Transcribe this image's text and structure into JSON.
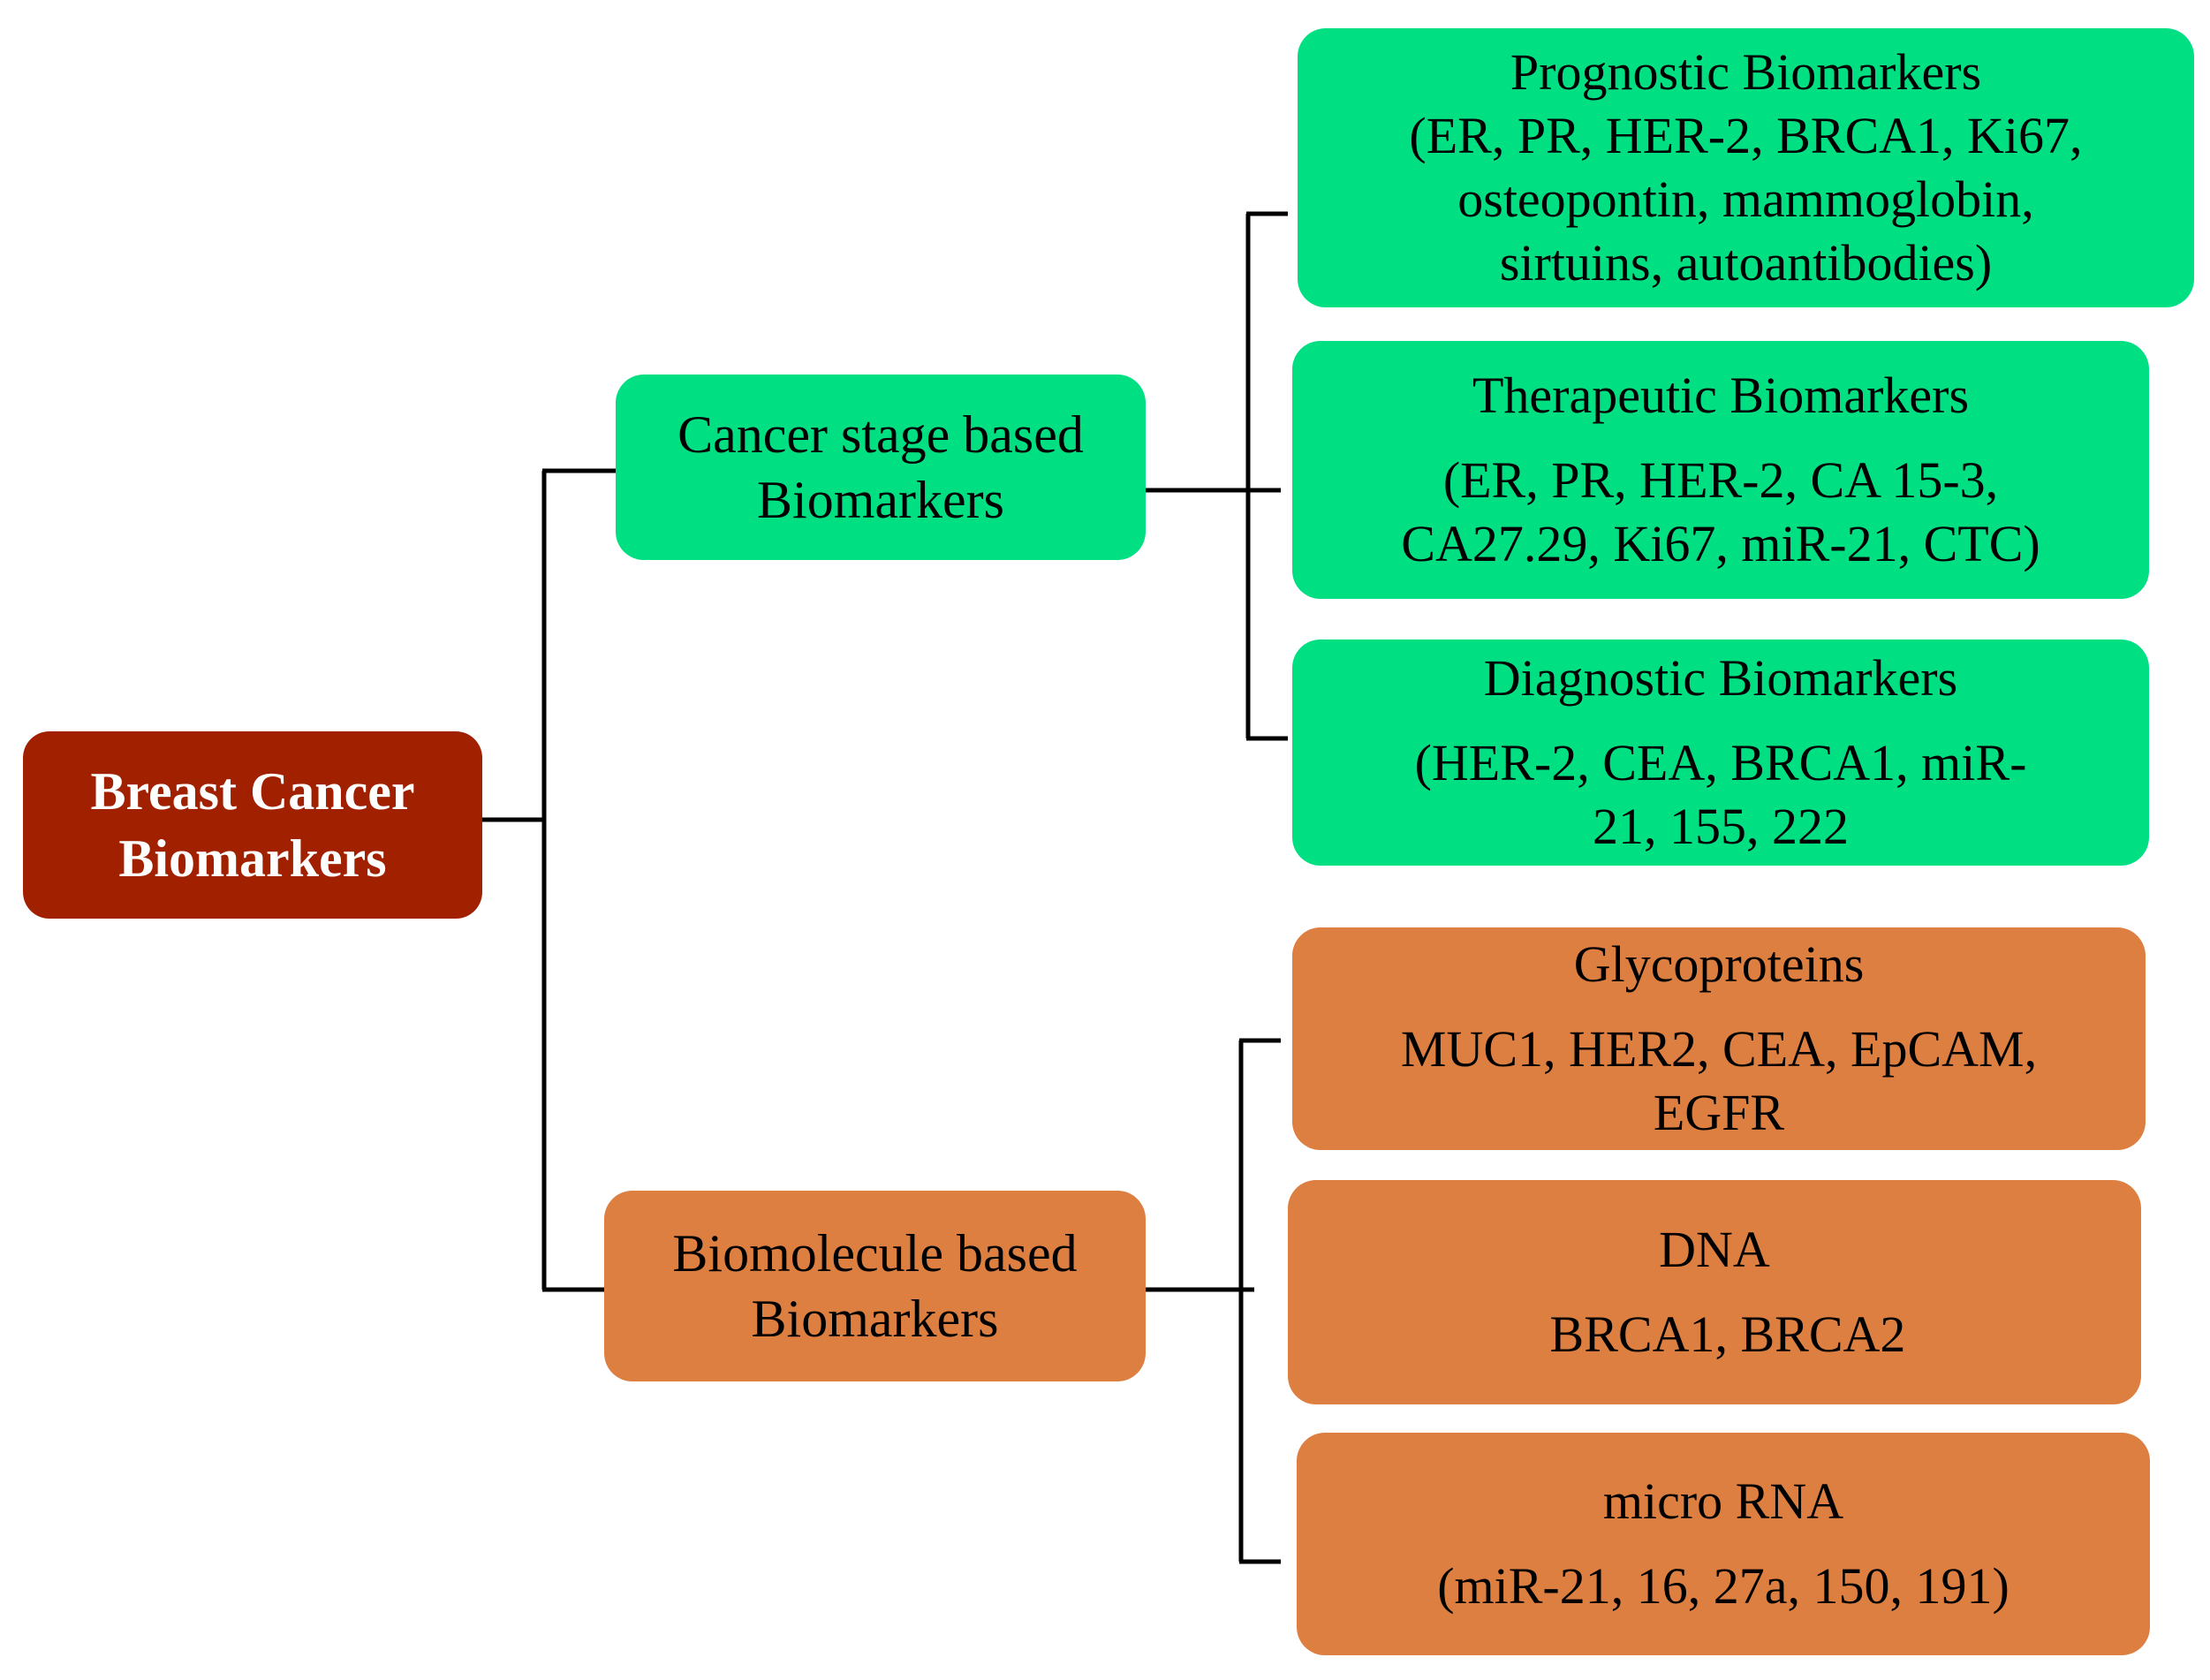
{
  "root": {
    "label": "Breast Cancer Biomarkers",
    "lines": [
      "Breast Cancer",
      "Biomarkers"
    ],
    "color": "#A02000"
  },
  "branches": [
    {
      "label": "Cancer stage based Biomarkers",
      "lines": [
        "Cancer stage based",
        "Biomarkers"
      ],
      "color": "#00E083",
      "children": [
        {
          "title": "Prognostic Biomarkers",
          "items_lines": [
            "(ER, PR, HER-2, BRCA1, Ki67,",
            "osteopontin, mammoglobin,",
            "sirtuins, autoantibodies)"
          ]
        },
        {
          "title": "Therapeutic Biomarkers",
          "items_lines": [
            "(ER, PR, HER-2, CA 15-3,",
            "CA27.29, Ki67, miR-21, CTC)"
          ]
        },
        {
          "title": "Diagnostic Biomarkers",
          "items_lines": [
            "(HER-2, CEA, BRCA1, miR-",
            "21, 155, 222"
          ]
        }
      ]
    },
    {
      "label": "Biomolecule based Biomarkers",
      "lines": [
        "Biomolecule based",
        "Biomarkers"
      ],
      "color": "#DE7F42",
      "children": [
        {
          "title": "Glycoproteins",
          "items_lines": [
            "MUC1, HER2, CEA, EpCAM,",
            "EGFR"
          ]
        },
        {
          "title": "DNA",
          "items_lines": [
            "BRCA1, BRCA2"
          ]
        },
        {
          "title": "micro RNA",
          "items_lines": [
            "(miR-21, 16, 27a, 150, 191)"
          ]
        }
      ]
    }
  ]
}
